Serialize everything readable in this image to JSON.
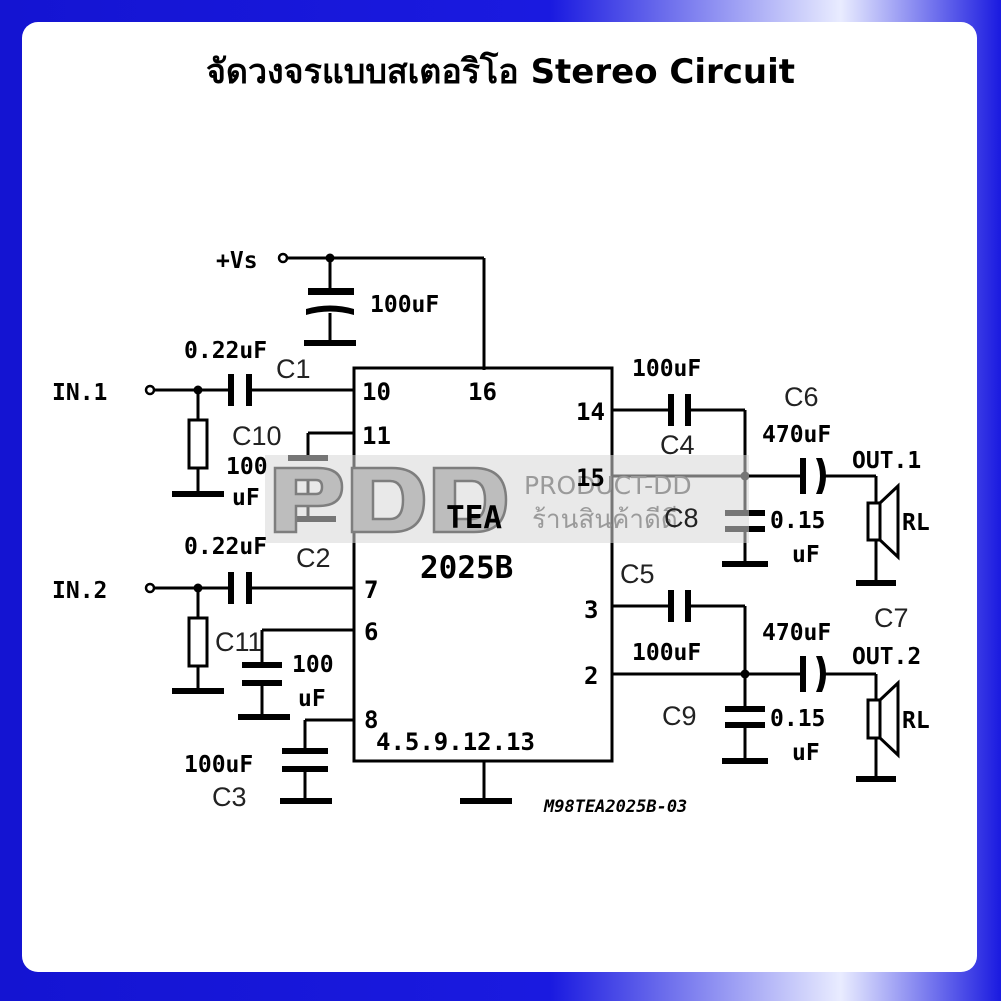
{
  "title": "จัดวงจรแบบสเตอริโอ Stereo Circuit",
  "supply": "+Vs",
  "inputs": [
    "IN.1",
    "IN.2"
  ],
  "outputs": [
    "OUT.1",
    "OUT.2"
  ],
  "chip": {
    "line1": "TEA",
    "line2": "2025B"
  },
  "pins": [
    "10",
    "16",
    "11",
    "14",
    "15",
    "7",
    "6",
    "3",
    "2",
    "8",
    "4.5.9.12.13"
  ],
  "values": {
    "supply_cap": "100uF",
    "c1": "0.22uF",
    "c10_a": "100",
    "c10_b": "uF",
    "c2": "0.22uF",
    "c11_a": "100",
    "c11_b": "uF",
    "c3": "100uF",
    "c4": "100uF",
    "c5": "100uF",
    "c6": "470uF",
    "c7": "470uF",
    "c8_a": "0.15",
    "c8_b": "uF",
    "c9_a": "0.15",
    "c9_b": "uF",
    "load": "RL"
  },
  "refs": [
    "C1",
    "C10",
    "C2",
    "C11",
    "C3",
    "C4",
    "C5",
    "C6",
    "C7",
    "C8",
    "C9"
  ],
  "drawing_code": "M98TEA2025B-03",
  "watermark": {
    "logo": "PDD",
    "brand": "PRODUCT-DD",
    "tagline": "ร้านสินค้าดีดี"
  }
}
